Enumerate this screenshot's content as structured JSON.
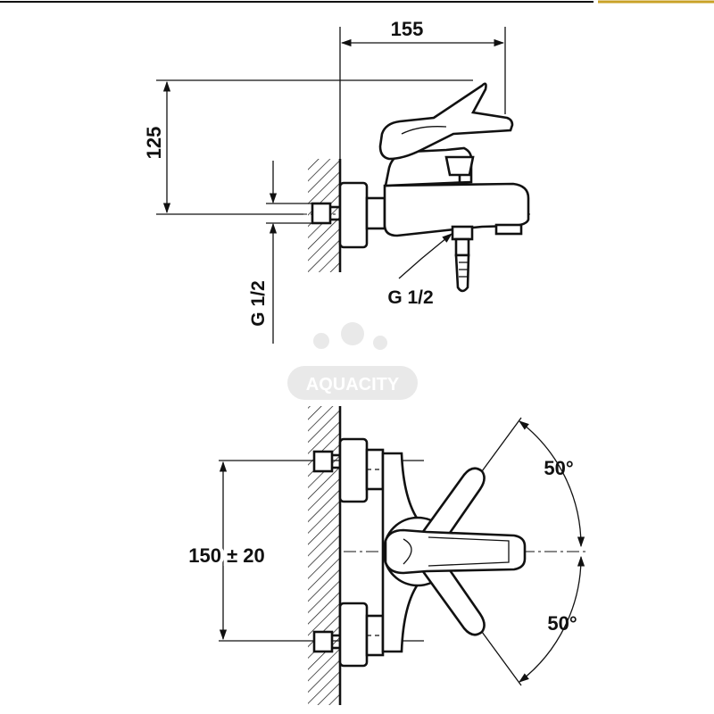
{
  "diagram": {
    "side_view": {
      "dim_width": "155",
      "dim_height": "125",
      "thread_inlet": "G 1/2",
      "thread_outlet": "G 1/2"
    },
    "top_view": {
      "dim_spacing": "150 ± 20",
      "angle_upper": "50°",
      "angle_lower": "50°"
    },
    "watermark": "AQUACITY",
    "colors": {
      "line": "#111111",
      "hatch": "#111111",
      "background": "#ffffff",
      "accent": "#c9a227"
    }
  }
}
